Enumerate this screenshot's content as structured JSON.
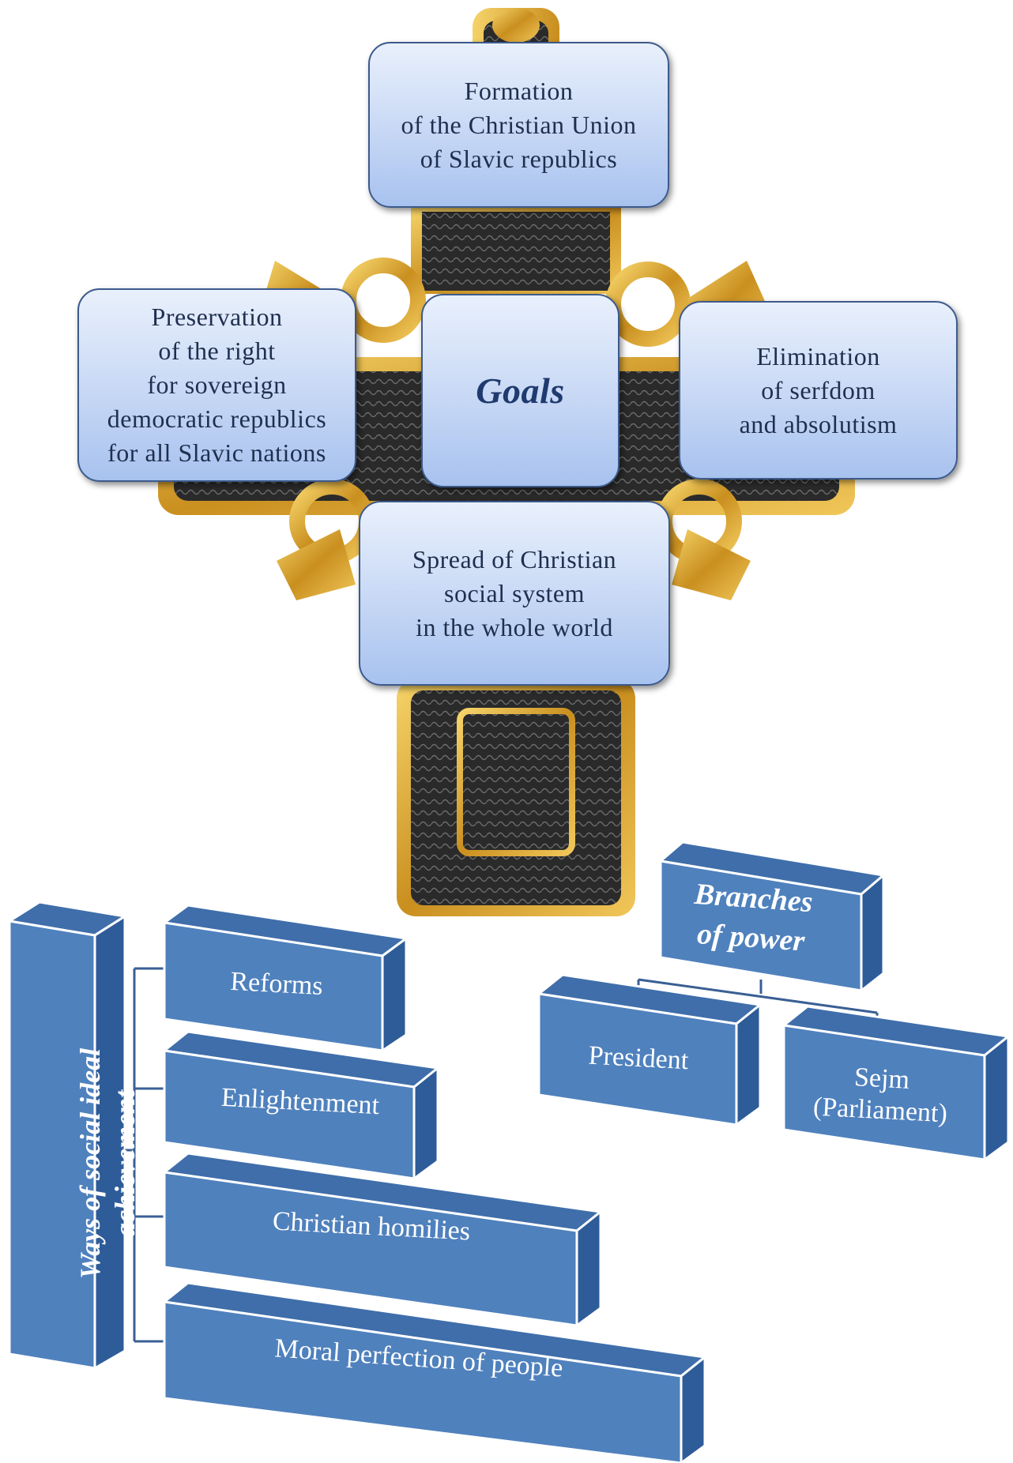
{
  "goals": {
    "center": "Goals",
    "top": "Formation\nof the Christian Union\nof Slavic republics",
    "left": "Preservation\nof the right\nfor sovereign\ndemocratic republics\nfor all Slavic nations",
    "right": "Elimination\nof serfdom\nand absolutism",
    "bottom": "Spread of Christian\nsocial system\nin the whole world"
  },
  "ways": {
    "title": "Ways of social ideal\nachievement",
    "items": [
      "Reforms",
      "Enlightenment",
      "Christian homilies",
      "Moral perfection of people"
    ]
  },
  "branches": {
    "title": "Branches\nof power",
    "items": [
      "President",
      "Sejm\n(Parliament)"
    ]
  },
  "colors": {
    "box_border": "#3c5a8c",
    "block_fill": "#4f81bd",
    "block_side": "#2e5c99",
    "cross_gold": "#d6a53a",
    "cross_dark": "#2b2b2b"
  }
}
